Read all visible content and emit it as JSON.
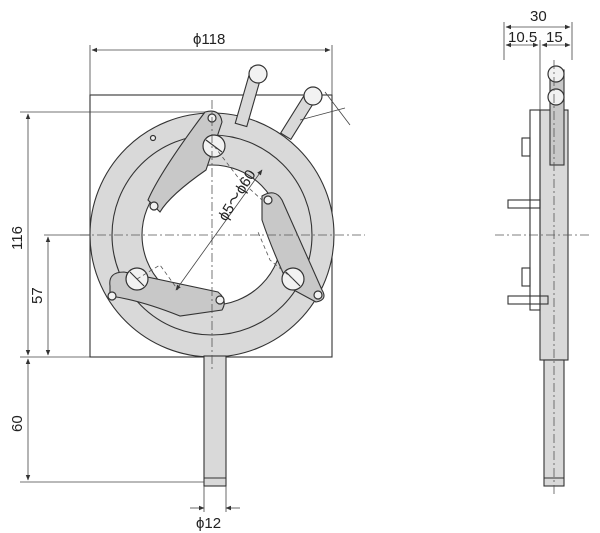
{
  "labels": {
    "outer_diameter": "ϕ118",
    "aperture_range": "ϕ5～ϕ60",
    "total_height": "116",
    "center_height": "57",
    "rod_length": "60",
    "rod_diameter": "ϕ12",
    "side_total_width": "30",
    "side_body_width": "10.5",
    "side_rod_width": "15"
  },
  "colors": {
    "line": "#333333",
    "fill": "#d9d9d9",
    "background": "#ffffff"
  }
}
